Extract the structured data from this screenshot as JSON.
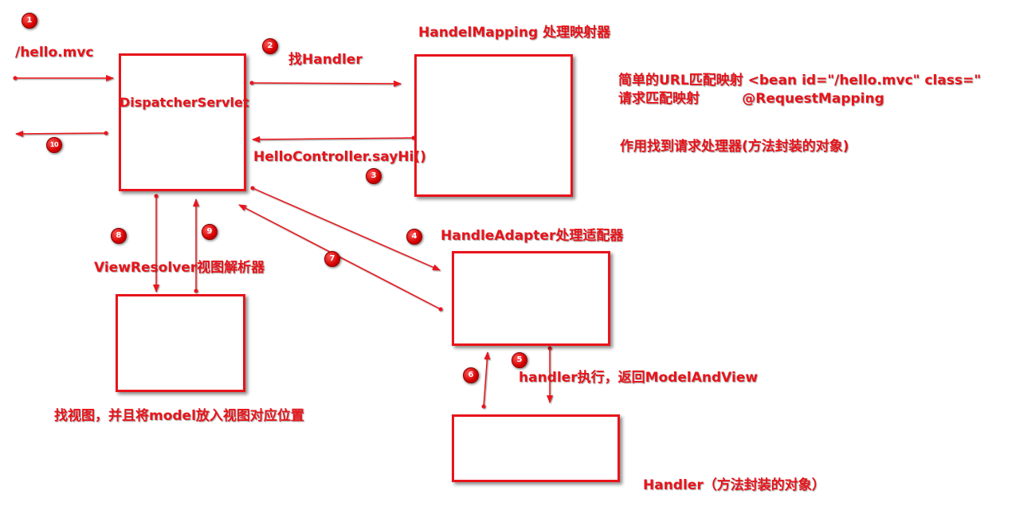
{
  "steps": {
    "s1": "1",
    "s2": "2",
    "s3": "3",
    "s4": "4",
    "s5": "5",
    "s6": "6",
    "s7": "7",
    "s8": "8",
    "s9": "9",
    "s10": "10"
  },
  "labels": {
    "request_url": "/hello.mvc",
    "dispatcher": "DispatcherServlet",
    "find_handler": "找Handler",
    "handler_mapping": "HandelMapping  处理映射器",
    "mapping_note_1": "简单的URL匹配映射   <bean id=\"/hello.mvc\"  class=\"",
    "mapping_note_2": "请求匹配映射         @RequestMapping",
    "mapping_note_3": "作用找到请求处理器(方法封装的对象)",
    "controller_method": "HelloController.sayHi()",
    "handle_adapter": "HandleAdapter处理适配器",
    "view_resolver": "ViewResolver视图解析器",
    "view_note": "找视图，并且将model放入视图对应位置",
    "handler_exec": "handler执行，返回ModelAndView",
    "handler": "Handler（方法封装的对象）"
  },
  "colors": {
    "accent": "#e8141b",
    "background": "#ffffff"
  }
}
